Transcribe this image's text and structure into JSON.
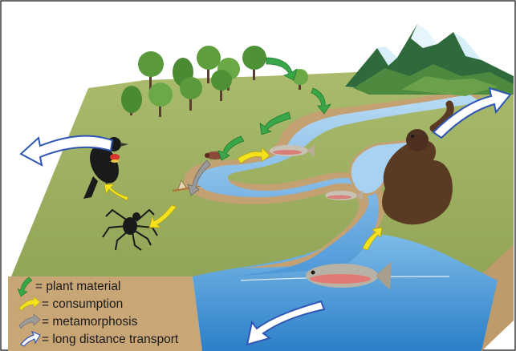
{
  "legend": {
    "items": [
      {
        "label": "= plant material",
        "icon": "green-arrow-icon",
        "color": "#3aa64a"
      },
      {
        "label": "= consumption",
        "icon": "yellow-arrow-icon",
        "color": "#f3e21c"
      },
      {
        "label": "= metamorphosis",
        "icon": "gray-arrow-icon",
        "color": "#8a8a8a"
      },
      {
        "label": "= long distance transport",
        "icon": "white-blue-arrow-icon",
        "color": "#2f56b5"
      }
    ]
  },
  "colors": {
    "grass": "#9aae5f",
    "soil": "#c4a173",
    "water": "#5aa6e0",
    "water_light": "#a8d2f2",
    "mountain": "#2e6e3e",
    "snow": "#d8eef8",
    "otter": "#5a3a22",
    "trout": "#d97f7a"
  }
}
